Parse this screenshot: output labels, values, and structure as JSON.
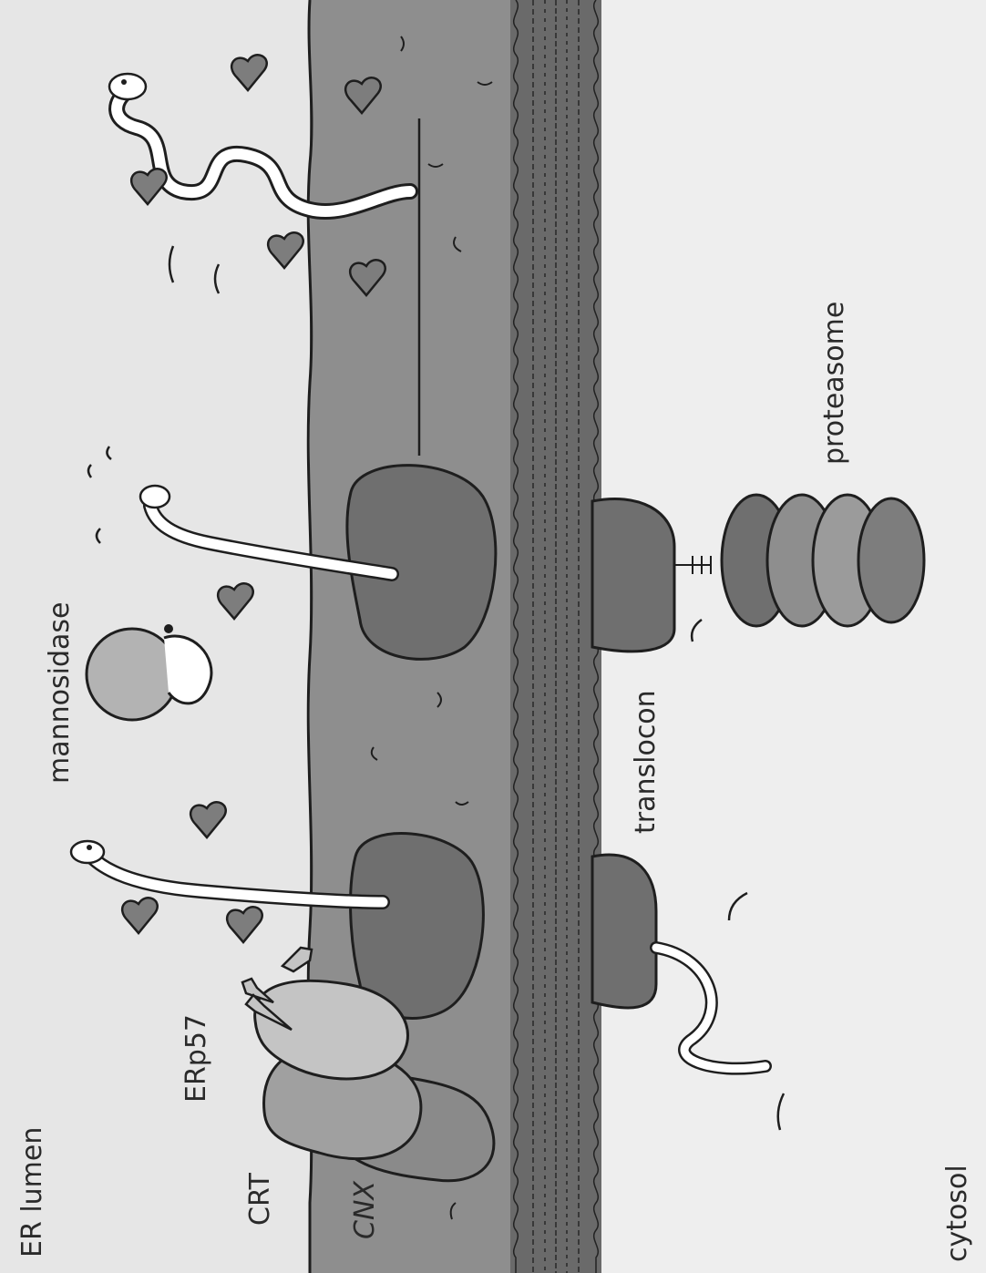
{
  "labels": {
    "er_lumen": "ER lumen",
    "crt": "CRT",
    "cnx": "CNX",
    "erp57": "ERp57",
    "mannosidase": "mannosidase",
    "translocon": "translocon",
    "proteasome": "proteasome",
    "cytosol": "cytosol"
  },
  "colors": {
    "lumen": "#e6e6e6",
    "cytosol": "#eeeeee",
    "membrane": "#8e8e8e",
    "bilayer": "#555555",
    "protein_dark": "#6f6f6f",
    "protein_mid": "#9b9b9b",
    "protein_light": "#c4c4c4",
    "glycan": "#7d7d7d",
    "outline": "#1e1e1e"
  },
  "icons": {
    "glycan": "glycan-heart-icon",
    "peptide": "unfolded-peptide-icon",
    "proteasome": "proteasome-stack-icon"
  }
}
